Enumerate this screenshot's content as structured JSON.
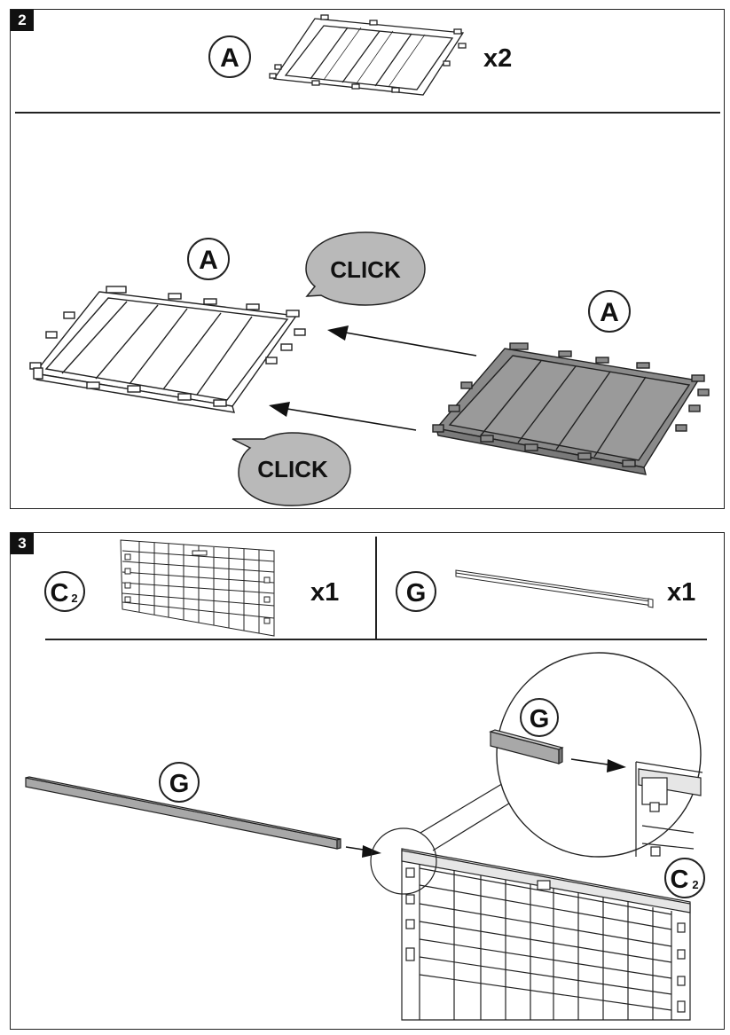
{
  "step2": {
    "number": "2",
    "parts": [
      {
        "label": "A",
        "quantity": "x2"
      }
    ],
    "callouts": {
      "part_left": "A",
      "part_right": "A",
      "click_top": "CLICK",
      "click_bottom": "CLICK"
    }
  },
  "step3": {
    "number": "3",
    "parts": [
      {
        "label": "C",
        "sub": "2",
        "quantity": "x1"
      },
      {
        "label": "G",
        "quantity": "x1"
      }
    ],
    "callouts": {
      "rail_label": "G",
      "zoom_rail_label": "G",
      "panel_label": "C",
      "panel_label_sub": "2"
    }
  },
  "colors": {
    "outline": "#222222",
    "part_fill": "#ffffff",
    "dark_part_fill": "#8a8a8a",
    "bubble_fill": "#b9b9b9",
    "rail_fill": "#a8a8a8"
  }
}
